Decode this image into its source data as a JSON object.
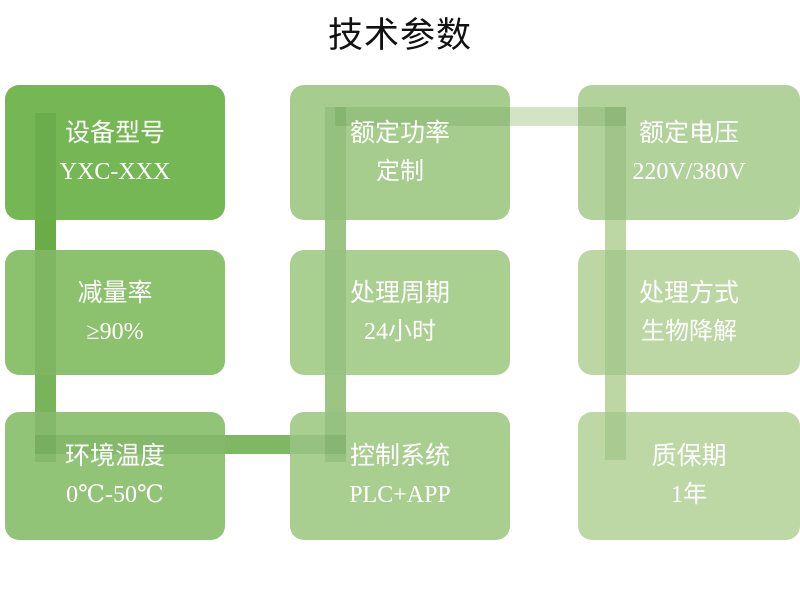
{
  "header": {
    "title": "技术参数"
  },
  "theme": {
    "background": "#ffffff",
    "title_color": "#111111",
    "text_color": "#ffffff",
    "card_colors": [
      "#76b755",
      "#a6cd8e",
      "#b2d29c",
      "#8cc16d",
      "#a9cf91",
      "#bcd7a3",
      "#92c477",
      "#a8ce90",
      "#bdd8a4"
    ],
    "connector_colors": [
      "#6aad47",
      "#8dbd73",
      "#9cc583",
      "#7fb863",
      "#93c27a",
      "#a9cf91",
      "#86bb6b",
      "#9bc583",
      "#afd098"
    ]
  },
  "diagram": {
    "type": "grid-flow",
    "columns": 3,
    "rows": 3,
    "nodes": [
      {
        "id": "model",
        "label": "设备型号",
        "value": "YXC-XXX",
        "row": 1,
        "col": 1
      },
      {
        "id": "rated-power",
        "label": "额定功率",
        "value": "定制",
        "row": 1,
        "col": 2
      },
      {
        "id": "rated-voltage",
        "label": "额定电压",
        "value": "220V/380V",
        "row": 1,
        "col": 3
      },
      {
        "id": "reduction",
        "label": "减量率",
        "value": "≥90%",
        "row": 2,
        "col": 1
      },
      {
        "id": "cycle",
        "label": "处理周期",
        "value": "24小时",
        "row": 2,
        "col": 2
      },
      {
        "id": "method",
        "label": "处理方式",
        "value": "生物降解",
        "row": 2,
        "col": 3
      },
      {
        "id": "temperature",
        "label": "环境温度",
        "value": "0℃-50℃",
        "row": 3,
        "col": 1
      },
      {
        "id": "control",
        "label": "控制系统",
        "value": "PLC+APP",
        "row": 3,
        "col": 2
      },
      {
        "id": "warranty",
        "label": "质保期",
        "value": "1年",
        "row": 3,
        "col": 3
      }
    ],
    "connections": [
      {
        "from": "rated-power",
        "to": "rated-voltage",
        "orientation": "horizontal"
      },
      {
        "from": "model",
        "to": "reduction",
        "orientation": "vertical"
      },
      {
        "from": "rated-power",
        "to": "cycle",
        "orientation": "vertical"
      },
      {
        "from": "rated-voltage",
        "to": "method",
        "orientation": "vertical"
      },
      {
        "from": "reduction",
        "to": "temperature",
        "orientation": "vertical"
      },
      {
        "from": "cycle",
        "to": "control",
        "orientation": "vertical"
      },
      {
        "from": "method",
        "to": "warranty",
        "orientation": "vertical"
      },
      {
        "from": "temperature",
        "to": "control",
        "orientation": "horizontal"
      }
    ]
  }
}
